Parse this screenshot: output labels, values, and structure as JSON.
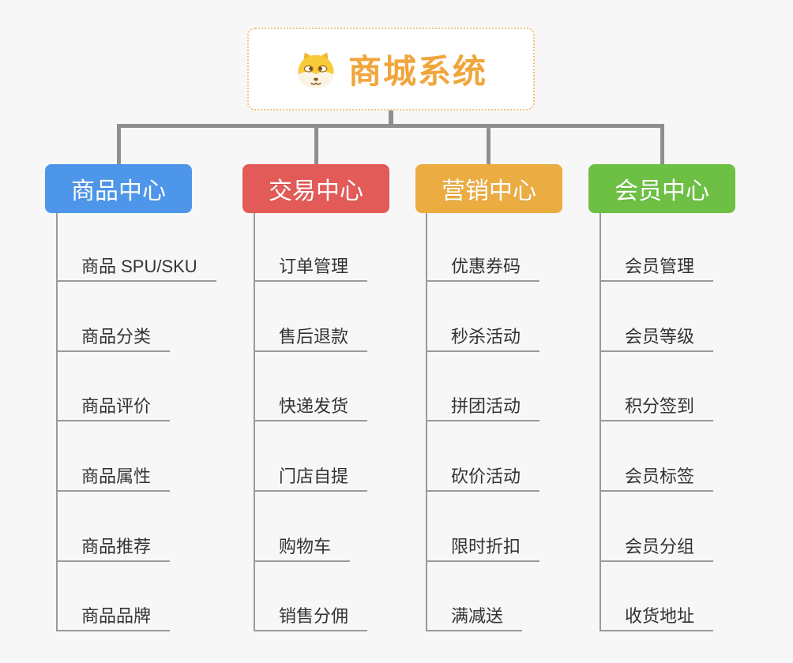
{
  "page": {
    "background": "#f7f7f7",
    "connector_color": "#8f8f8f"
  },
  "root": {
    "title": "商城系统",
    "icon": "shiba-dog-icon",
    "accent_color": "#f0a63c",
    "border_color": "#f0c37e"
  },
  "branches": [
    {
      "label": "商品中心",
      "color": "#4d96e9",
      "items": [
        "商品 SPU/SKU",
        "商品分类",
        "商品评价",
        "商品属性",
        "商品推荐",
        "商品品牌"
      ]
    },
    {
      "label": "交易中心",
      "color": "#e25b58",
      "items": [
        "订单管理",
        "售后退款",
        "快递发货",
        "门店自提",
        "购物车",
        "销售分佣"
      ]
    },
    {
      "label": "营销中心",
      "color": "#ebac42",
      "items": [
        "优惠券码",
        "秒杀活动",
        "拼团活动",
        "砍价活动",
        "限时折扣",
        "满减送"
      ]
    },
    {
      "label": "会员中心",
      "color": "#6dc044",
      "items": [
        "会员管理",
        "会员等级",
        "积分签到",
        "会员标签",
        "会员分组",
        "收货地址"
      ]
    }
  ]
}
